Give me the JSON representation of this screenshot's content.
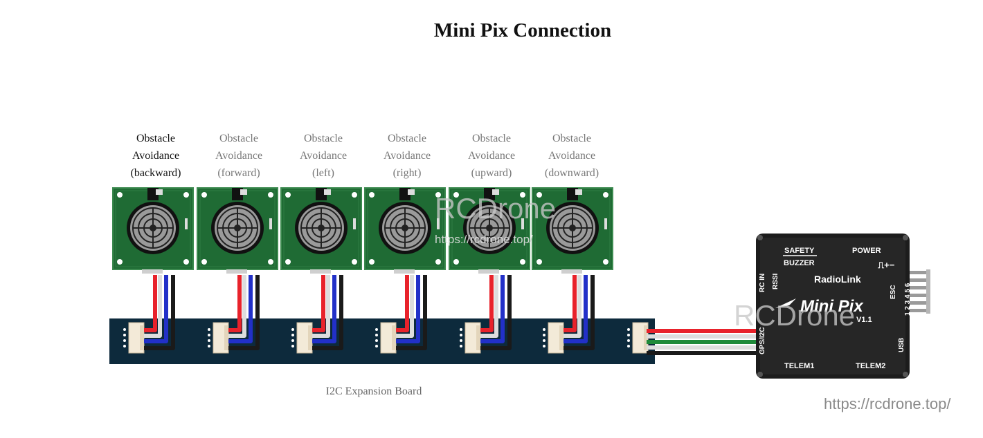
{
  "title": "Mini Pix Connection",
  "sensors": [
    {
      "lines": [
        "Obstacle",
        "Avoidance",
        "(backward)"
      ]
    },
    {
      "lines": [
        "Obstacle",
        "Avoidance",
        "(forward)"
      ]
    },
    {
      "lines": [
        "Obstacle",
        "Avoidance",
        "(left)"
      ]
    },
    {
      "lines": [
        "Obstacle",
        "Avoidance",
        "(right)"
      ]
    },
    {
      "lines": [
        "Obstacle",
        "Avoidance",
        "(upward)"
      ]
    },
    {
      "lines": [
        "Obstacle",
        "Avoidance",
        "(downward)"
      ]
    }
  ],
  "expansion_board": {
    "caption": "I2C Expansion Board"
  },
  "flight_controller": {
    "brand": "RadioLink",
    "model": "Mini Pix",
    "version": "V1.1",
    "port_labels": {
      "safety": "SAFETY",
      "buzzer": "BUZZER",
      "power": "POWER",
      "rc_in": "RC IN",
      "rssi": "RSSI",
      "esc": "ESC",
      "esc_numbers": "1 2 3 4 5 6",
      "gps_i2c": "GPS/I2C",
      "usb": "USB",
      "telem1": "TELEM1",
      "telem2": "TELEM2",
      "signal_symbols": "⎍+−"
    }
  },
  "watermarks": {
    "brand": "RCDrone",
    "url": "https://rcdrone.top/"
  },
  "colors": {
    "sensor_pcb": "#1f6b34",
    "expansion_board": "#0d2a3c",
    "wire_red": "#e8222b",
    "wire_blue": "#2230c8",
    "wire_black": "#1a1a1a",
    "wire_white": "#e6e6e6",
    "wire_green": "#1f8a3a",
    "flight_controller": "#1c1c1c"
  }
}
